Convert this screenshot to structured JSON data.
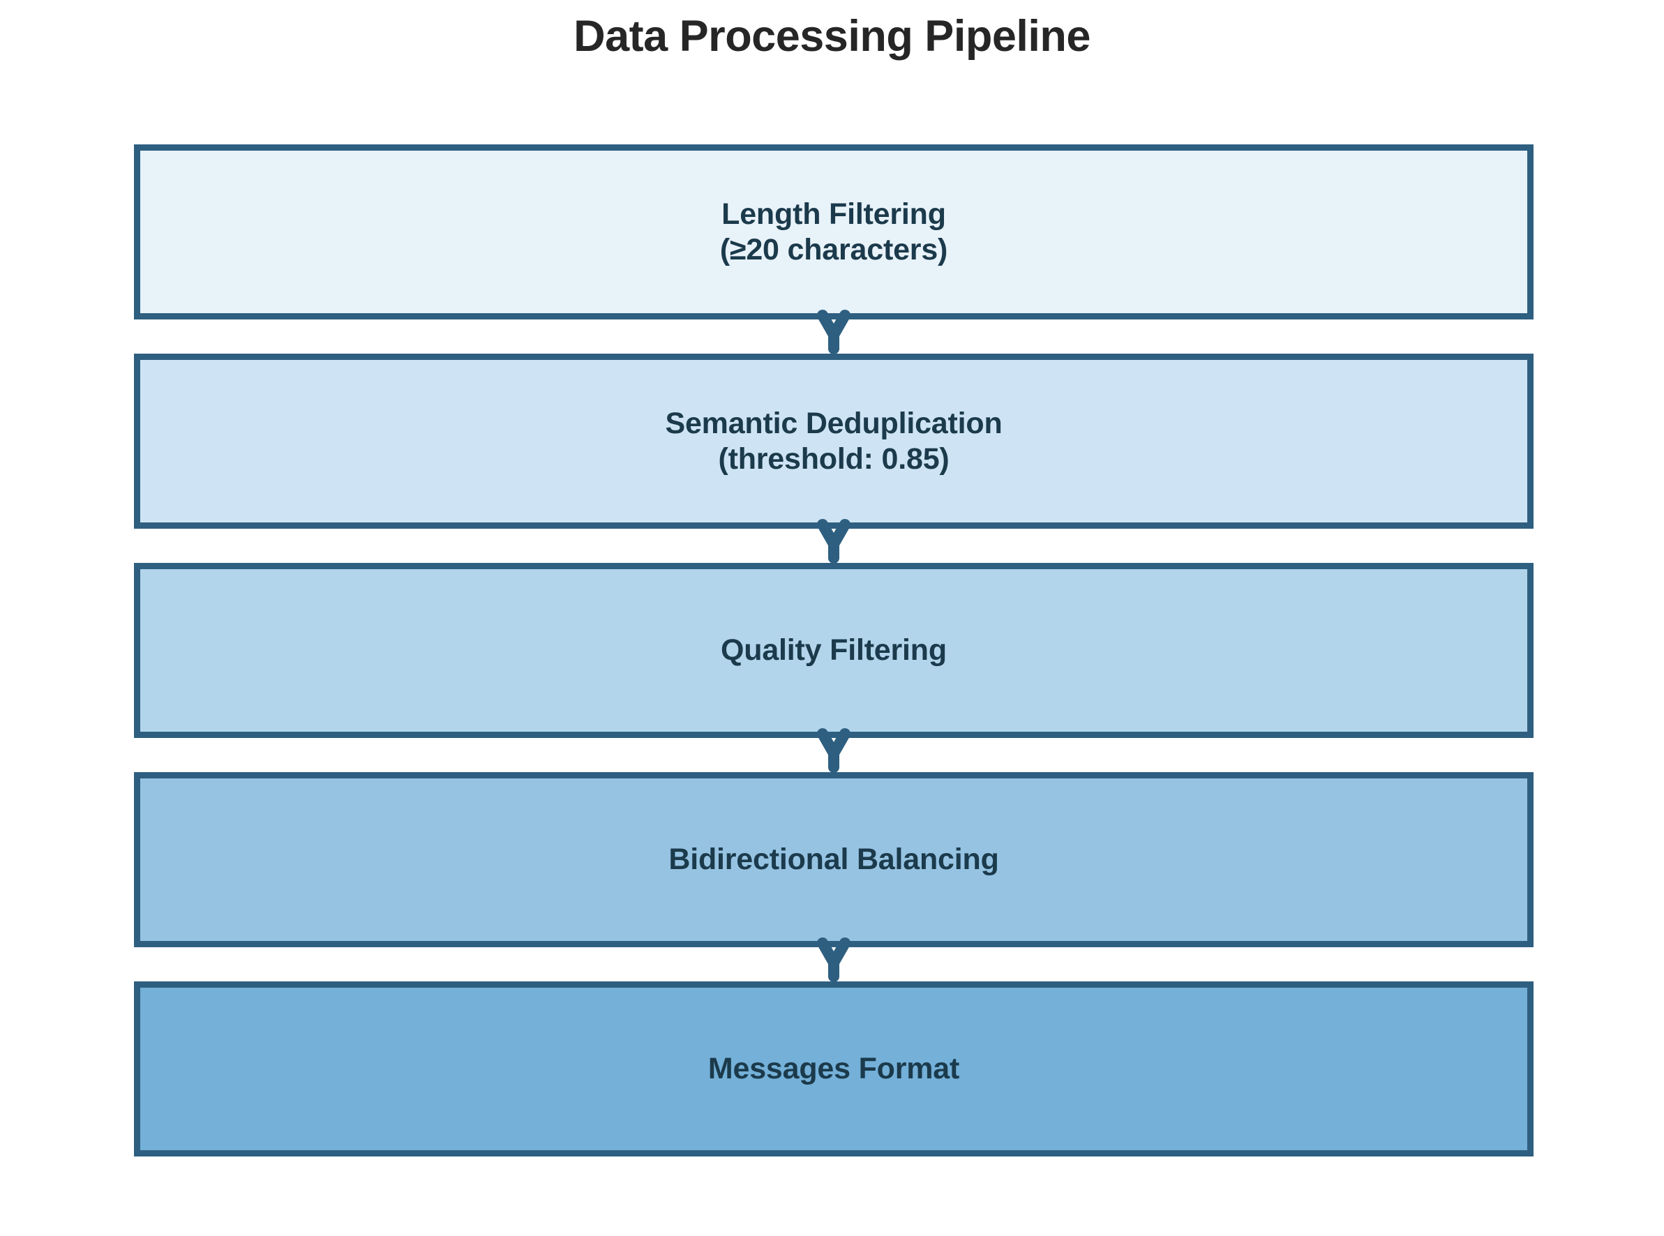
{
  "diagram": {
    "title": "Data Processing Pipeline",
    "type": "flowchart-vertical",
    "orientation": "top-to-bottom",
    "title_color": "#262626",
    "background_color": "#ffffff",
    "box_border_color": "#2e5f80",
    "box_text_color": "#1b3a4b",
    "arrow_color": "#2e5f80",
    "stages": [
      {
        "index": 1,
        "label": "Length Filtering\n(≥20 characters)",
        "line1": "Length Filtering",
        "line2": "(≥20 characters)",
        "fill_color": "#e8f2f9"
      },
      {
        "index": 2,
        "label": "Semantic Deduplication\n(threshold: 0.85)",
        "line1": "Semantic Deduplication",
        "line2": "(threshold: 0.85)",
        "fill_color": "#cee4f4"
      },
      {
        "index": 3,
        "label": "Quality Filtering",
        "line1": "Quality Filtering",
        "line2": "",
        "fill_color": "#b3d5ec"
      },
      {
        "index": 4,
        "label": "Bidirectional Balancing",
        "line1": "Bidirectional Balancing",
        "line2": "",
        "fill_color": "#96c3e2"
      },
      {
        "index": 5,
        "label": "Messages Format",
        "line1": "Messages Format",
        "line2": "",
        "fill_color": "#74b0d8"
      }
    ],
    "connectors": [
      {
        "from": 1,
        "to": 2,
        "shape": "arrow-down"
      },
      {
        "from": 2,
        "to": 3,
        "shape": "arrow-down"
      },
      {
        "from": 3,
        "to": 4,
        "shape": "arrow-down"
      },
      {
        "from": 4,
        "to": 5,
        "shape": "arrow-down"
      }
    ]
  }
}
